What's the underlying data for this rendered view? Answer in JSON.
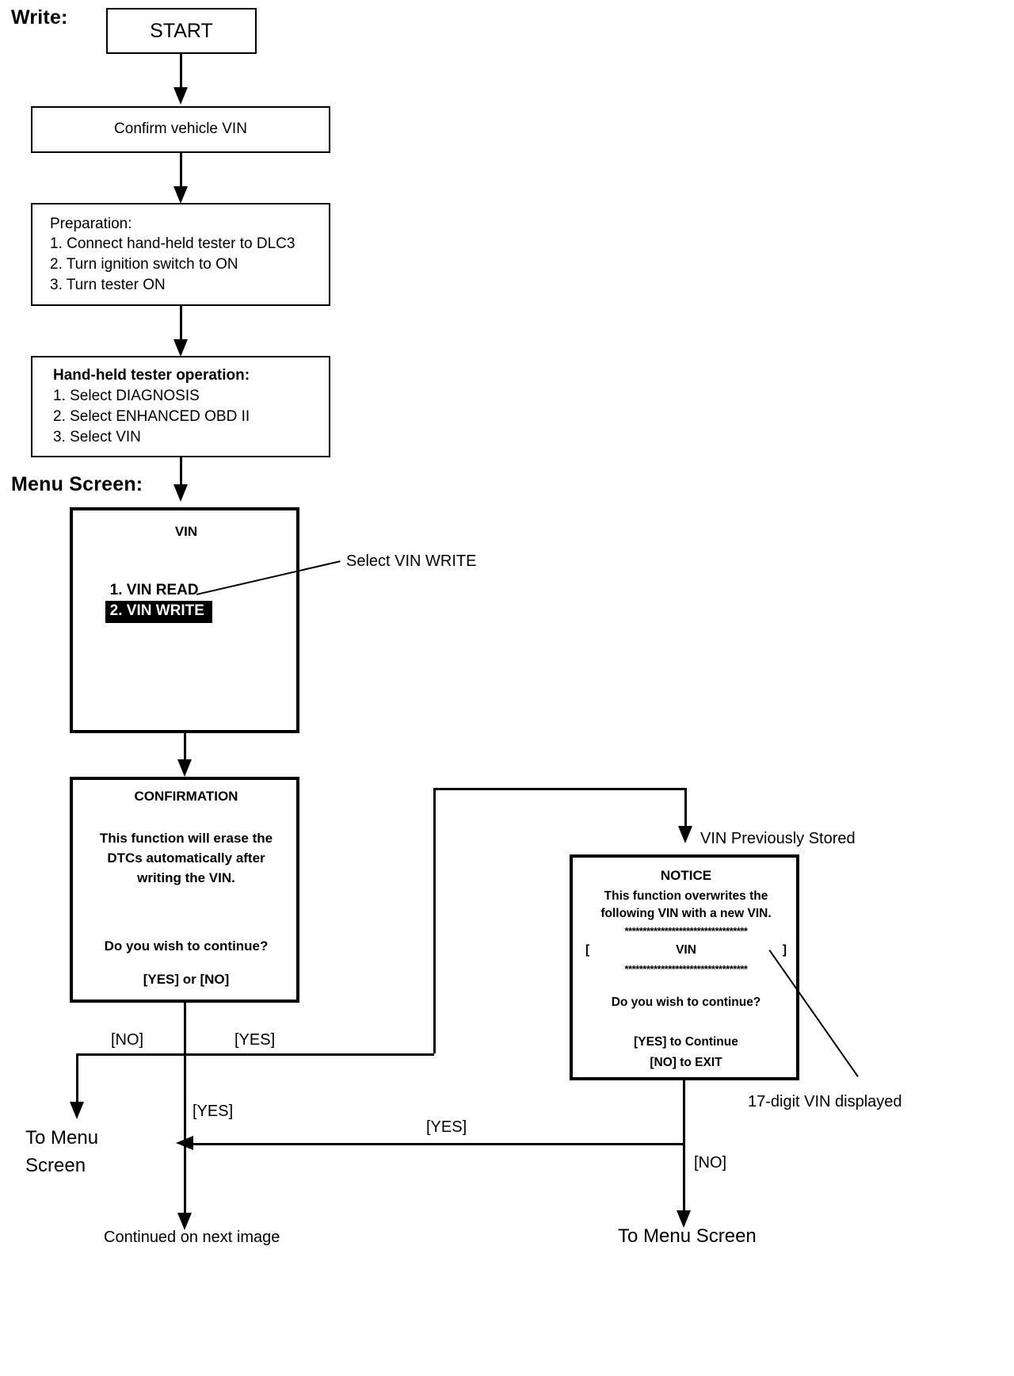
{
  "page": {
    "section_label": "Write:",
    "menu_screen_label": "Menu Screen:"
  },
  "nodes": {
    "start": {
      "label": "START"
    },
    "confirm_vin": {
      "label": "Confirm vehicle VIN"
    },
    "preparation": {
      "title": "Preparation:",
      "steps": [
        "1. Connect hand-held tester to DLC3",
        "2. Turn ignition switch to ON",
        "3. Turn tester ON"
      ]
    },
    "tester_operation": {
      "title": "Hand-held tester operation:",
      "steps": [
        "1. Select DIAGNOSIS",
        "2. Select ENHANCED OBD II",
        "3. Select VIN"
      ]
    },
    "vin_menu": {
      "title": "VIN",
      "items": [
        {
          "label": "1. VIN READ",
          "selected": false
        },
        {
          "label": "2. VIN WRITE",
          "selected": true
        }
      ]
    },
    "confirmation": {
      "title": "CONFIRMATION",
      "body_lines": [
        "This function will erase the",
        "DTCs automatically after",
        "writing the VIN."
      ],
      "question": "Do you wish to continue?",
      "options": "[YES] or [NO]"
    },
    "notice": {
      "title": "NOTICE",
      "body_lines": [
        "This function overwrites the",
        "following VIN with a new VIN."
      ],
      "separator": "**********************************",
      "vin_row": {
        "open_bracket": "[",
        "value": "VIN",
        "close_bracket": "]"
      },
      "question": "Do you wish to continue?",
      "options": [
        "[YES] to Continue",
        "[NO] to EXIT"
      ]
    }
  },
  "callouts": {
    "select_vin_write": "Select VIN WRITE",
    "vin_previously_stored": "VIN Previously Stored",
    "seventeen_digit_vin": "17-digit VIN displayed"
  },
  "edges": {
    "no_from_confirmation": "[NO]",
    "yes_from_confirmation": "[YES]",
    "yes_down": "[YES]",
    "yes_from_notice": "[YES]",
    "no_from_notice": "[NO]"
  },
  "terminals": {
    "to_menu_screen_left_line1": "To Menu",
    "to_menu_screen_left_line2": "Screen",
    "continued": "Continued on next image",
    "to_menu_screen_right": "To Menu Screen"
  },
  "colors": {
    "ink": "#000000",
    "paper": "#ffffff",
    "highlight_bg": "#000000",
    "highlight_fg": "#ffffff"
  }
}
